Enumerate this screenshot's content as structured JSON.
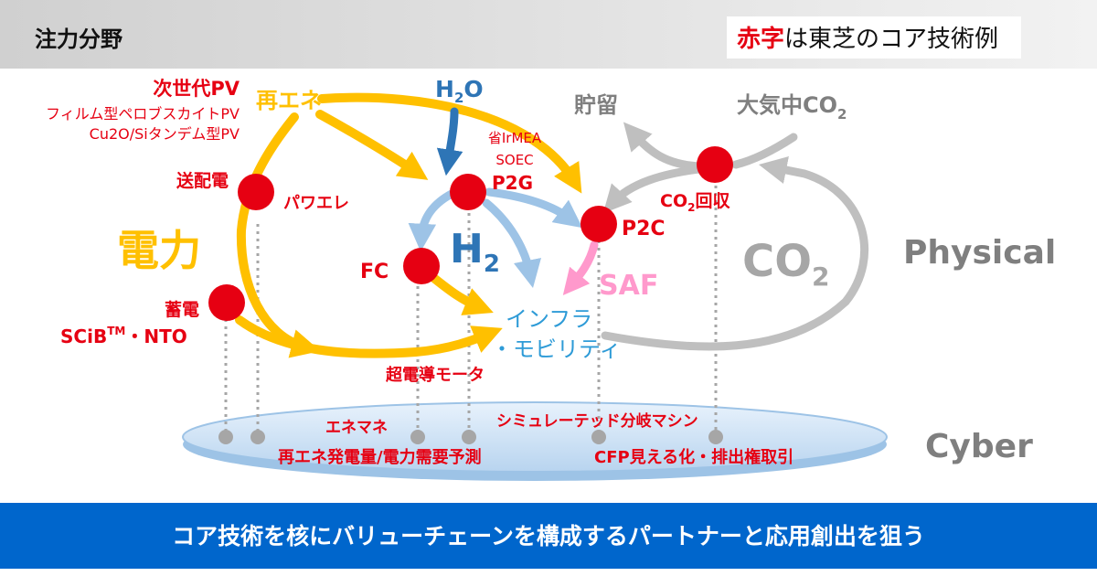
{
  "header": {
    "title": "注力分野",
    "legend_red": "赤字",
    "legend_rest": "は東芝のコア技術例"
  },
  "diagram": {
    "solar_title": "次世代PV",
    "solar_sub1": "フィルム型ペロブスカイトPV",
    "solar_sub2": "Cu2O/Siタンデム型PV",
    "renewable": "再エネ",
    "water_main": "H",
    "water_sub": "2",
    "water_tail": "O",
    "storage": "貯留",
    "atmos_main": "大気中CO",
    "atmos_sub": "2",
    "irmea": "省IrMEA",
    "soec": "SOEC",
    "p2g": "P2G",
    "transmission": "送配電",
    "power_electronics": "パワエレ",
    "co2_capture_main": "CO",
    "co2_capture_sub": "2",
    "co2_capture_tail": "回収",
    "p2c": "P2C",
    "electric_power": "電力",
    "h2_main": "H",
    "h2_sub": "2",
    "fc": "FC",
    "saf": "SAF",
    "co2_big_main": "CO",
    "co2_big_sub": "2",
    "physical": "Physical",
    "battery": "蓄電",
    "scib_main": "SCiB",
    "scib_sup": "TM",
    "scib_tail": "・NTO",
    "infra_1": "インフラ",
    "infra_2": "・モビリティ",
    "superconducting": "超電導モータ",
    "simulation": "シミュレーテッド分岐マシン",
    "enemane": "エネマネ",
    "forecast": "再エネ発電量/電力需要予測",
    "cfp": "CFP見える化・排出権取引",
    "cyber": "Cyber"
  },
  "footer": {
    "slogan": "コア技術を核にバリューチェーンを構成するパートナーと応用創出を狙う"
  },
  "colors": {
    "red": "#e60012",
    "yellow": "#ffc000",
    "light_blue": "#9dc3e6",
    "blue": "#2e75b6",
    "gray": "#bfbfbf",
    "pink": "#ff99cc",
    "banner": "#0066cc"
  }
}
